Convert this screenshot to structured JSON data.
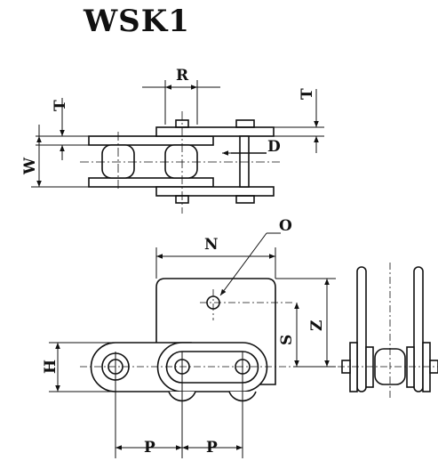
{
  "title": "WSK1",
  "labels": {
    "r": "R",
    "t_left": "T",
    "t_right": "T",
    "w": "W",
    "d": "D",
    "n": "N",
    "o": "O",
    "s": "S",
    "z": "Z",
    "h": "H",
    "p1": "P",
    "p2": "P"
  }
}
